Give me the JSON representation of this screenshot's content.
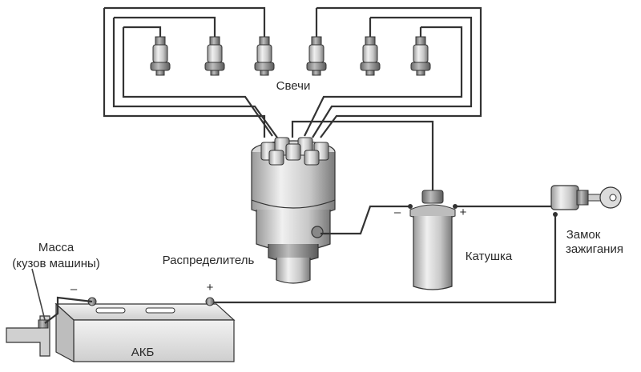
{
  "labels": {
    "plugs": "Свечи",
    "distributor": "Распределитель",
    "coil": "Катушка",
    "ignition_1": "Замок",
    "ignition_2": "зажигания",
    "ground_1": "Масса",
    "ground_2": "(кузов машины)",
    "battery": "АКБ",
    "minus": "–",
    "plus": "+",
    "coil_minus": "–",
    "coil_plus": "+"
  },
  "colors": {
    "line": "#333333",
    "metal_light": "#e6e6e6",
    "metal_dark": "#8a8a8a"
  }
}
